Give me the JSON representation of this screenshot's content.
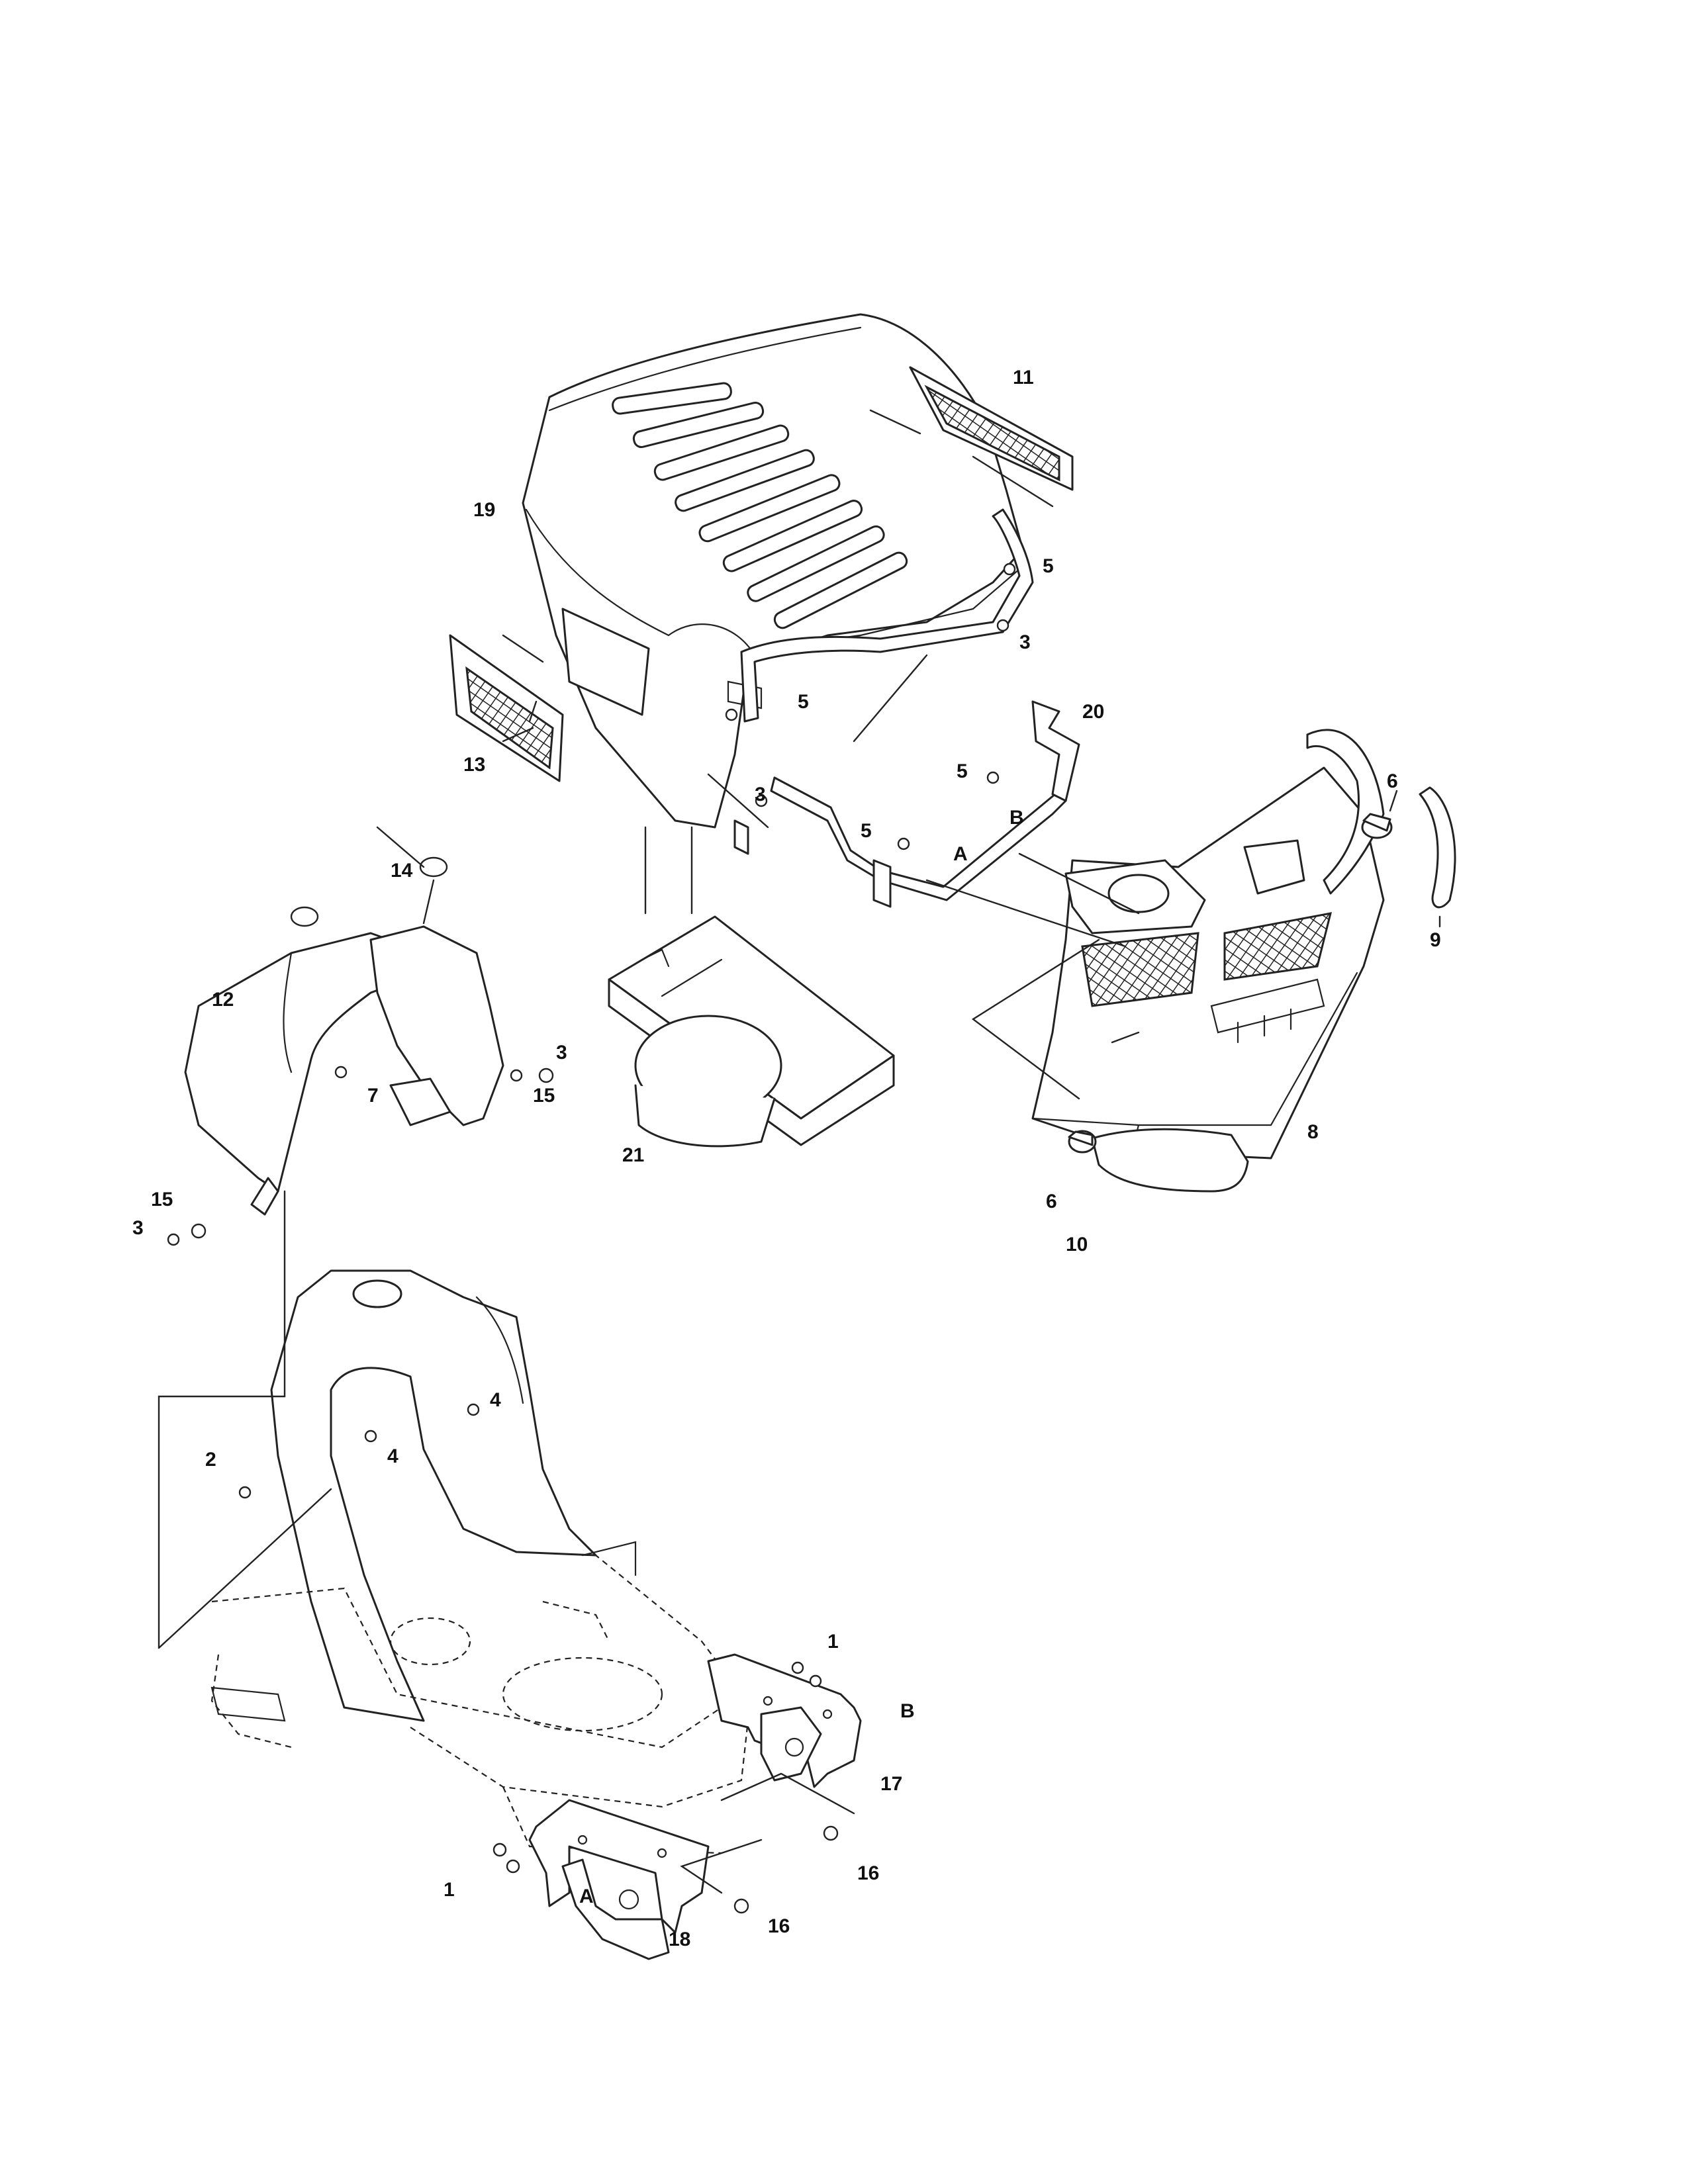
{
  "diagram": {
    "callouts": [
      {
        "id": "c-1a",
        "text": "1"
      },
      {
        "id": "c-1b",
        "text": "1"
      },
      {
        "id": "c-2",
        "text": "2"
      },
      {
        "id": "c-3a",
        "text": "3"
      },
      {
        "id": "c-3b",
        "text": "3"
      },
      {
        "id": "c-3c",
        "text": "3"
      },
      {
        "id": "c-3d",
        "text": "3"
      },
      {
        "id": "c-4a",
        "text": "4"
      },
      {
        "id": "c-4b",
        "text": "4"
      },
      {
        "id": "c-5a",
        "text": "5"
      },
      {
        "id": "c-5b",
        "text": "5"
      },
      {
        "id": "c-5c",
        "text": "5"
      },
      {
        "id": "c-5d",
        "text": "5"
      },
      {
        "id": "c-6a",
        "text": "6"
      },
      {
        "id": "c-6b",
        "text": "6"
      },
      {
        "id": "c-7",
        "text": "7"
      },
      {
        "id": "c-8",
        "text": "8"
      },
      {
        "id": "c-9",
        "text": "9"
      },
      {
        "id": "c-10",
        "text": "10"
      },
      {
        "id": "c-11",
        "text": "11"
      },
      {
        "id": "c-12",
        "text": "12"
      },
      {
        "id": "c-13",
        "text": "13"
      },
      {
        "id": "c-14",
        "text": "14"
      },
      {
        "id": "c-15a",
        "text": "15"
      },
      {
        "id": "c-15b",
        "text": "15"
      },
      {
        "id": "c-16a",
        "text": "16"
      },
      {
        "id": "c-16b",
        "text": "16"
      },
      {
        "id": "c-17",
        "text": "17"
      },
      {
        "id": "c-18",
        "text": "18"
      },
      {
        "id": "c-19",
        "text": "19"
      },
      {
        "id": "c-20",
        "text": "20"
      },
      {
        "id": "c-21",
        "text": "21"
      },
      {
        "id": "c-Aa",
        "text": "A"
      },
      {
        "id": "c-Ab",
        "text": "A"
      },
      {
        "id": "c-Ba",
        "text": "B"
      },
      {
        "id": "c-Bb",
        "text": "B"
      }
    ]
  }
}
